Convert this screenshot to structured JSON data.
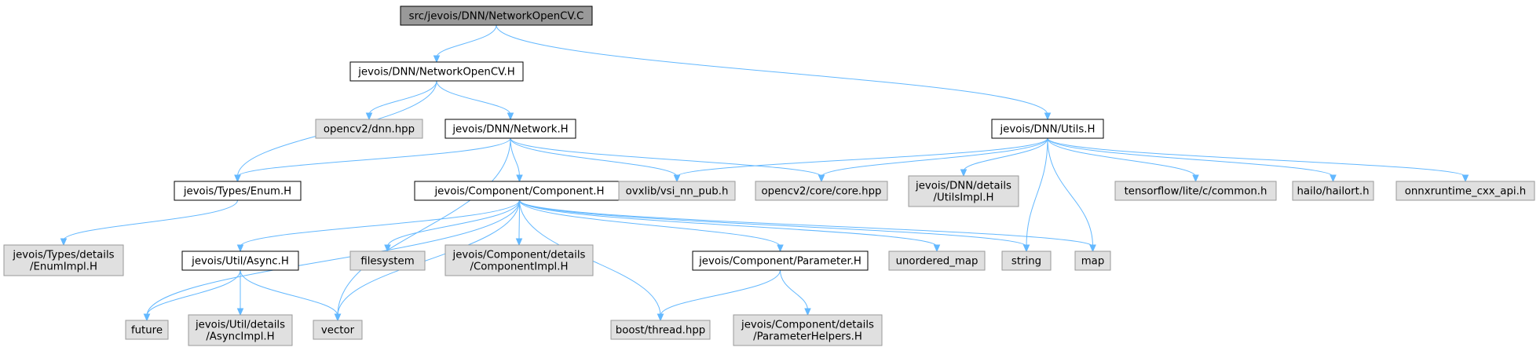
{
  "colors": {
    "edge": "#63b8ff",
    "focus_fill": "#999999",
    "local_fill": "#ffffff",
    "local_stroke": "#000000",
    "external_fill": "#e0e0e0",
    "external_stroke": "#999999"
  },
  "nodes": [
    {
      "id": "n0",
      "kind": "focus",
      "lines": [
        "src/jevois/DNN/NetworkOpenCV.C"
      ]
    },
    {
      "id": "n1",
      "kind": "local",
      "lines": [
        "jevois/DNN/NetworkOpenCV.H"
      ]
    },
    {
      "id": "n2",
      "kind": "local",
      "lines": [
        "jevois/DNN/Utils.H"
      ]
    },
    {
      "id": "n3",
      "kind": "local",
      "lines": [
        "jevois/DNN/Network.H"
      ]
    },
    {
      "id": "n4",
      "kind": "external",
      "lines": [
        "opencv2/dnn.hpp"
      ]
    },
    {
      "id": "n5",
      "kind": "local",
      "lines": [
        "jevois/Types/Enum.H"
      ]
    },
    {
      "id": "n6",
      "kind": "local",
      "lines": [
        "jevois/Component/Component.H"
      ]
    },
    {
      "id": "n7",
      "kind": "external",
      "lines": [
        "ovxlib/vsi_nn_pub.h"
      ]
    },
    {
      "id": "n8",
      "kind": "external",
      "lines": [
        "opencv2/core/core.hpp"
      ]
    },
    {
      "id": "n9",
      "kind": "external",
      "lines": [
        "jevois/DNN/details",
        "/UtilsImpl.H"
      ]
    },
    {
      "id": "n10",
      "kind": "external",
      "lines": [
        "tensorflow/lite/c/common.h"
      ]
    },
    {
      "id": "n11",
      "kind": "external",
      "lines": [
        "hailo/hailort.h"
      ]
    },
    {
      "id": "n12",
      "kind": "external",
      "lines": [
        "onnxruntime_cxx_api.h"
      ]
    },
    {
      "id": "n13",
      "kind": "external",
      "lines": [
        "jevois/Types/details",
        "/EnumImpl.H"
      ]
    },
    {
      "id": "n14",
      "kind": "local",
      "lines": [
        "jevois/Util/Async.H"
      ]
    },
    {
      "id": "n15",
      "kind": "external",
      "lines": [
        "filesystem"
      ]
    },
    {
      "id": "n16",
      "kind": "external",
      "lines": [
        "jevois/Component/details",
        "/ComponentImpl.H"
      ]
    },
    {
      "id": "n17",
      "kind": "local",
      "lines": [
        "jevois/Component/Parameter.H"
      ]
    },
    {
      "id": "n18",
      "kind": "external",
      "lines": [
        "unordered_map"
      ]
    },
    {
      "id": "n19",
      "kind": "external",
      "lines": [
        "string"
      ]
    },
    {
      "id": "n20",
      "kind": "external",
      "lines": [
        "map"
      ]
    },
    {
      "id": "n21",
      "kind": "external",
      "lines": [
        "future"
      ]
    },
    {
      "id": "n22",
      "kind": "external",
      "lines": [
        "jevois/Util/details",
        "/AsyncImpl.H"
      ]
    },
    {
      "id": "n23",
      "kind": "external",
      "lines": [
        "vector"
      ]
    },
    {
      "id": "n24",
      "kind": "external",
      "lines": [
        "boost/thread.hpp"
      ]
    },
    {
      "id": "n25",
      "kind": "external",
      "lines": [
        "jevois/Component/details",
        "/ParameterHelpers.H"
      ]
    }
  ],
  "edges": [
    {
      "from": "n0",
      "to": "n1"
    },
    {
      "from": "n0",
      "to": "n2"
    },
    {
      "from": "n1",
      "to": "n4"
    },
    {
      "from": "n1",
      "to": "n5"
    },
    {
      "from": "n1",
      "to": "n3"
    },
    {
      "from": "n3",
      "to": "n5"
    },
    {
      "from": "n3",
      "to": "n6"
    },
    {
      "from": "n3",
      "to": "n23"
    },
    {
      "from": "n3",
      "to": "n7"
    },
    {
      "from": "n3",
      "to": "n8"
    },
    {
      "from": "n2",
      "to": "n7"
    },
    {
      "from": "n2",
      "to": "n8"
    },
    {
      "from": "n2",
      "to": "n9"
    },
    {
      "from": "n2",
      "to": "n10"
    },
    {
      "from": "n2",
      "to": "n11"
    },
    {
      "from": "n2",
      "to": "n12"
    },
    {
      "from": "n2",
      "to": "n19"
    },
    {
      "from": "n2",
      "to": "n20"
    },
    {
      "from": "n5",
      "to": "n13"
    },
    {
      "from": "n6",
      "to": "n21"
    },
    {
      "from": "n6",
      "to": "n14"
    },
    {
      "from": "n6",
      "to": "n15"
    },
    {
      "from": "n6",
      "to": "n16"
    },
    {
      "from": "n6",
      "to": "n23"
    },
    {
      "from": "n6",
      "to": "n24"
    },
    {
      "from": "n6",
      "to": "n17"
    },
    {
      "from": "n6",
      "to": "n18"
    },
    {
      "from": "n6",
      "to": "n19"
    },
    {
      "from": "n6",
      "to": "n20"
    },
    {
      "from": "n14",
      "to": "n21"
    },
    {
      "from": "n14",
      "to": "n22"
    },
    {
      "from": "n14",
      "to": "n23"
    },
    {
      "from": "n17",
      "to": "n24"
    },
    {
      "from": "n17",
      "to": "n25"
    }
  ]
}
